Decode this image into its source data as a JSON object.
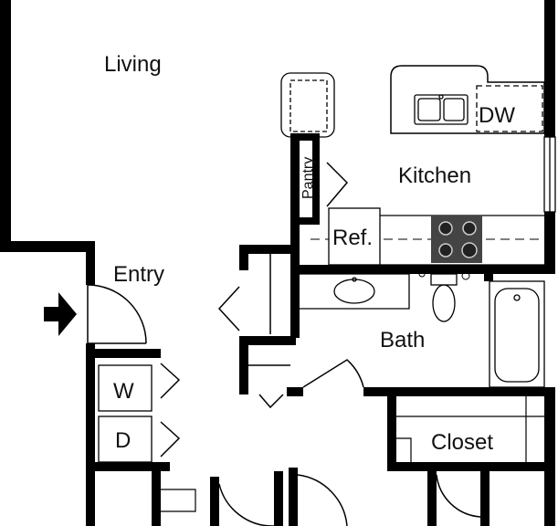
{
  "rooms": {
    "living": "Living",
    "kitchen": "Kitchen",
    "entry": "Entry",
    "bath": "Bath",
    "closet": "Closet",
    "pantry": "Pantry"
  },
  "appliances": {
    "dishwasher": "DW",
    "refrigerator": "Ref.",
    "washer": "W",
    "dryer": "D"
  },
  "colors": {
    "wall": "#000000",
    "fixture_line": "#333333",
    "background": "#ffffff"
  }
}
